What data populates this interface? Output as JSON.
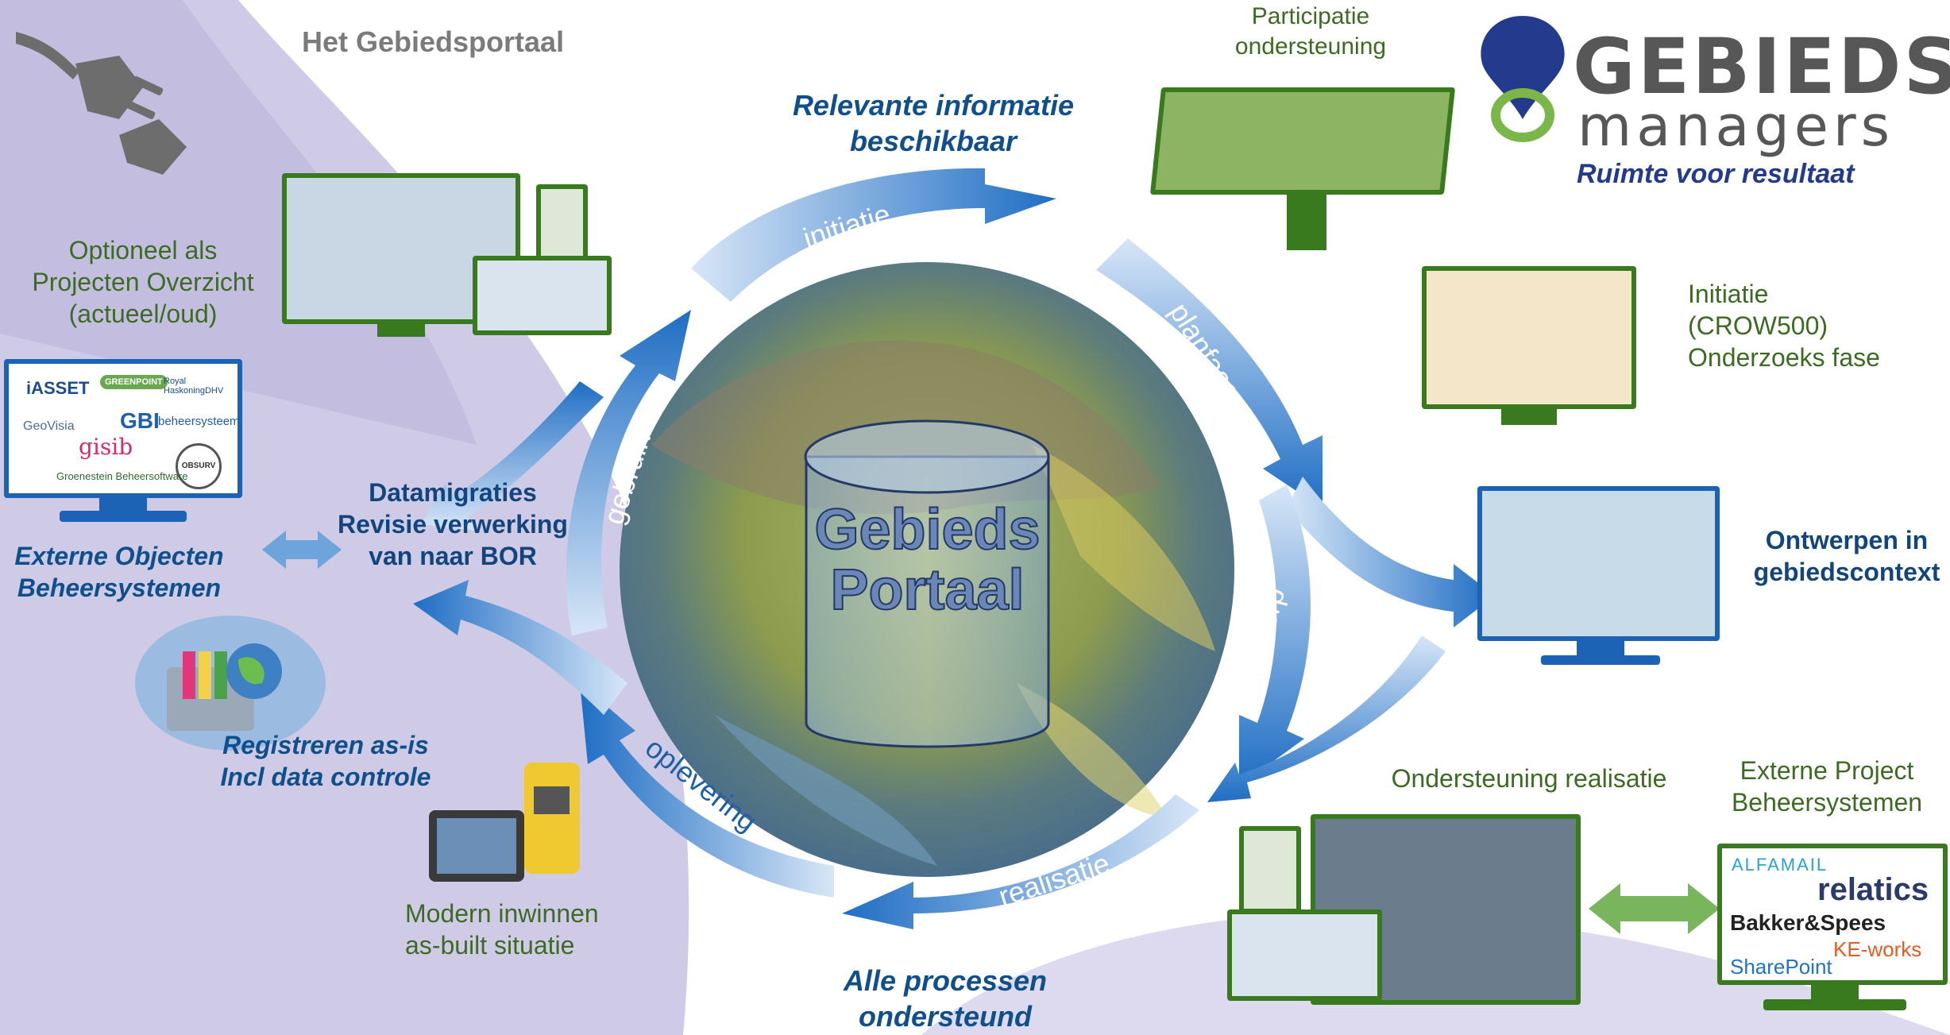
{
  "title": "Het Gebiedsportaal",
  "logo": {
    "word1": "GEBIEDS",
    "word2": "managers",
    "tagline": "Ruimte voor resultaat"
  },
  "center": [
    "Gebieds",
    "Portaal"
  ],
  "phases": {
    "initiatie": "initiatie",
    "planfase": "planfase",
    "ontwerp": "ontwerp",
    "realisatie": "realisatie",
    "oplevering": "oplevering",
    "gebruik": "gebruik"
  },
  "labels": {
    "participatie": [
      "Participatie",
      "ondersteuning"
    ],
    "optioneel": [
      "Optioneel  als",
      "Projecten Overzicht",
      "(actueel/oud)"
    ],
    "externe_objecten": [
      "Externe Objecten",
      "Beheersystemen"
    ],
    "datamigraties": [
      "Datamigraties",
      "Revisie verwerking",
      "van naar BOR"
    ],
    "registreren": [
      "Registreren as-is",
      "Incl data controle"
    ],
    "modern_inwinnen": [
      "Modern inwinnen",
      "as-built situatie"
    ],
    "relevante_informatie": [
      "Relevante informatie",
      "beschikbaar"
    ],
    "alle_processen": [
      "Alle processen",
      "ondersteund"
    ],
    "initiatie": [
      "Initiatie",
      "(CROW500)",
      "Onderzoeks fase"
    ],
    "ontwerpen": [
      "Ontwerpen in",
      "gebiedscontext"
    ],
    "ondersteuning_realisatie": "Ondersteuning realisatie",
    "externe_project": [
      "Externe Project",
      "Beheersystemen"
    ]
  },
  "object_systems": [
    "iASSET",
    "GREENPOINT",
    "Royal HaskoningDHV",
    "GeoVisia",
    "GBI",
    "beheersysteem",
    "gisib",
    "OBSURV",
    "Groenestein Beheersoftware"
  ],
  "project_systems": [
    "ALFAMAIL",
    "relatics",
    "Bakker&Spees",
    "KE-works",
    "SharePoint"
  ],
  "colors": {
    "green_text": "#3d6b23",
    "blue_emphasis": "#0f4f8c",
    "arrow_blue": "#1f6ec4",
    "monitor_green": "#3a7a1e",
    "monitor_blue": "#1d63b5",
    "background_lavender": "#cfcbe6"
  }
}
